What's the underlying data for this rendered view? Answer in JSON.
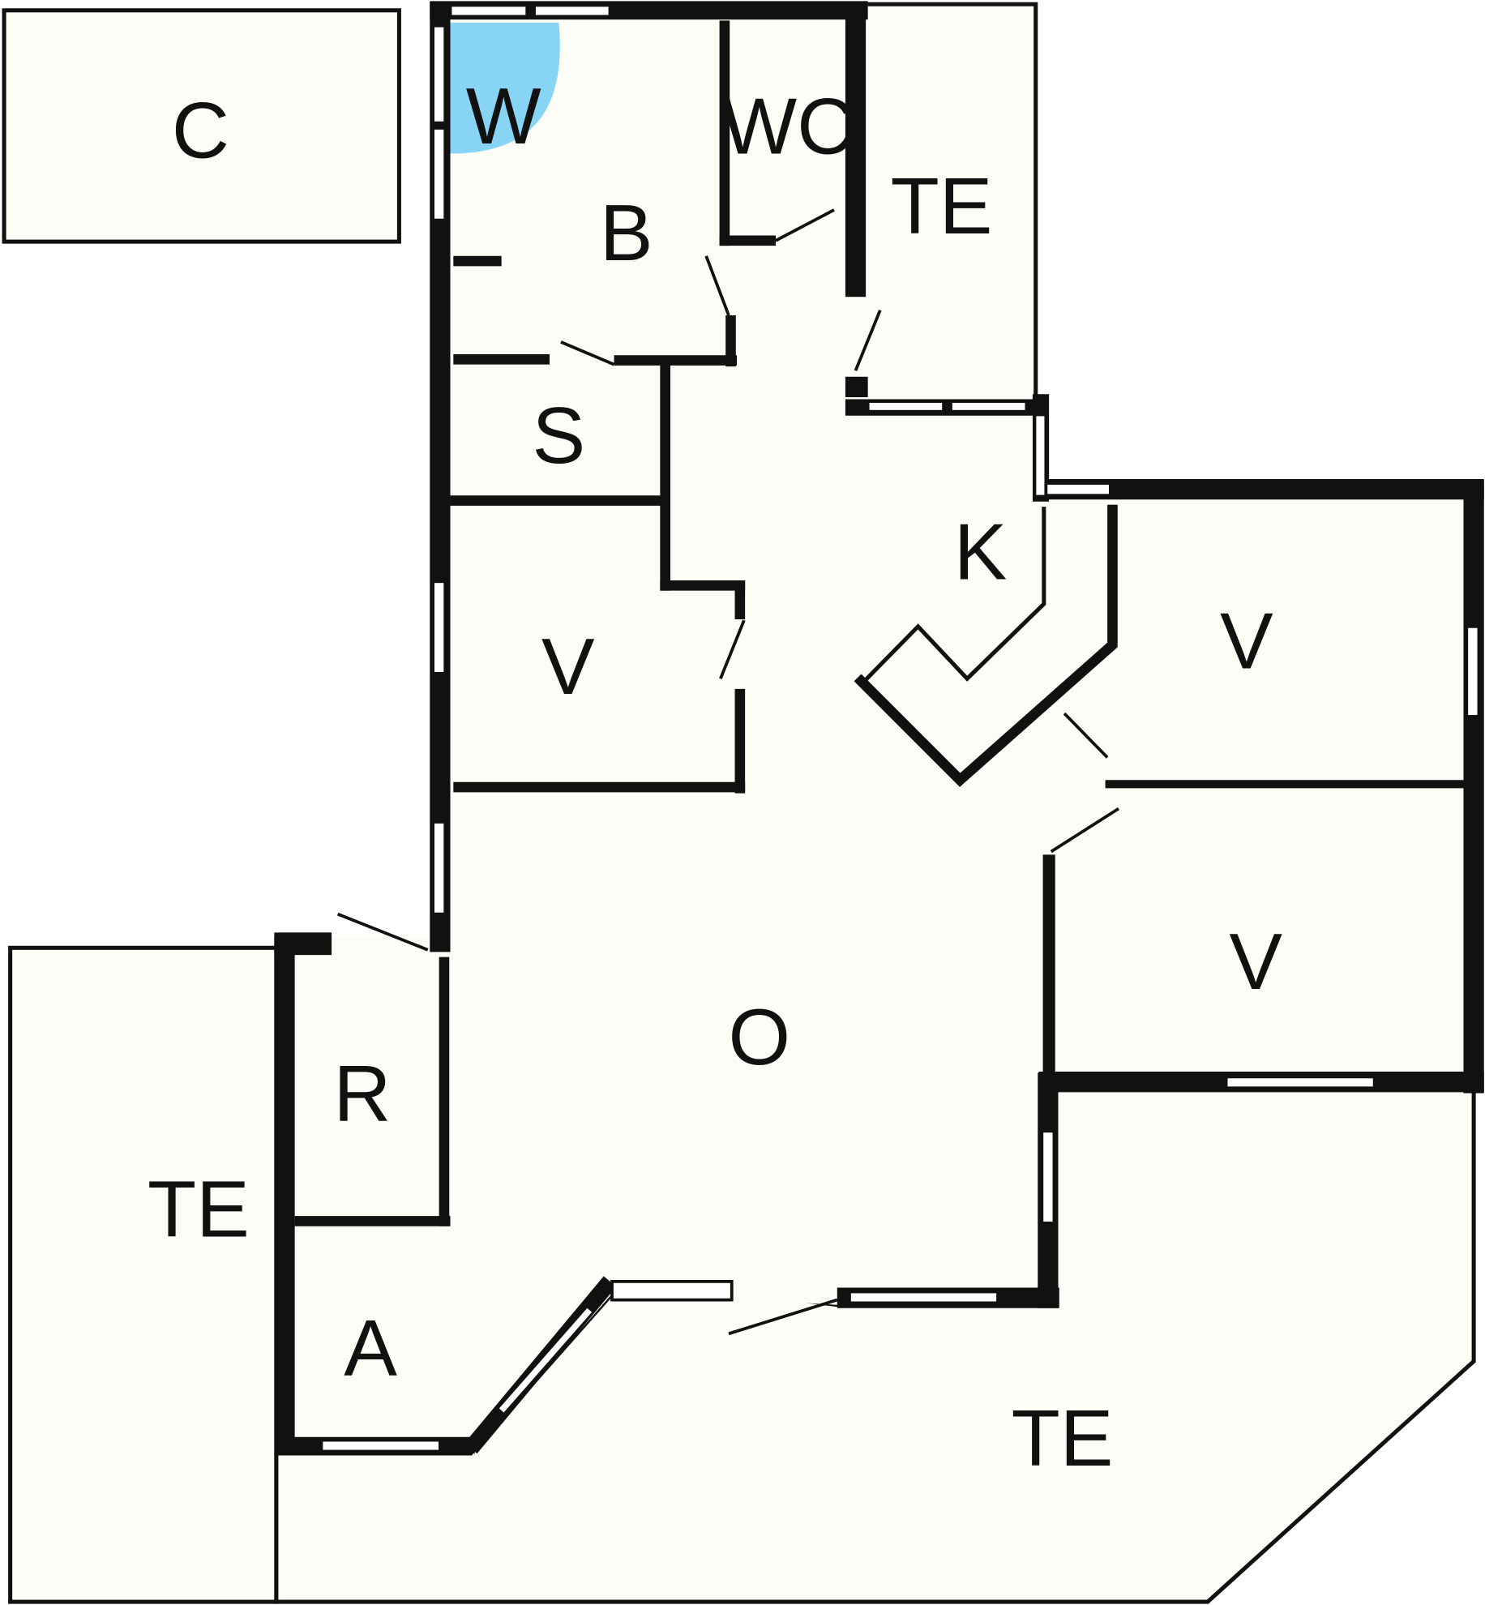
{
  "title": "Floor plan",
  "colors": {
    "background": "#fdfdf8",
    "wall": "#111111",
    "wet_area": "#87d4f5"
  },
  "rooms": [
    {
      "id": "c",
      "label": "C"
    },
    {
      "id": "w",
      "label": "W"
    },
    {
      "id": "wc",
      "label": "WC"
    },
    {
      "id": "b",
      "label": "B"
    },
    {
      "id": "te-top",
      "label": "TE"
    },
    {
      "id": "s",
      "label": "S"
    },
    {
      "id": "k",
      "label": "K"
    },
    {
      "id": "v-left",
      "label": "V"
    },
    {
      "id": "v-right-top",
      "label": "V"
    },
    {
      "id": "v-right-bottom",
      "label": "V"
    },
    {
      "id": "o",
      "label": "O"
    },
    {
      "id": "r",
      "label": "R"
    },
    {
      "id": "te-left",
      "label": "TE"
    },
    {
      "id": "a",
      "label": "A"
    },
    {
      "id": "te-bottom",
      "label": "TE"
    }
  ]
}
